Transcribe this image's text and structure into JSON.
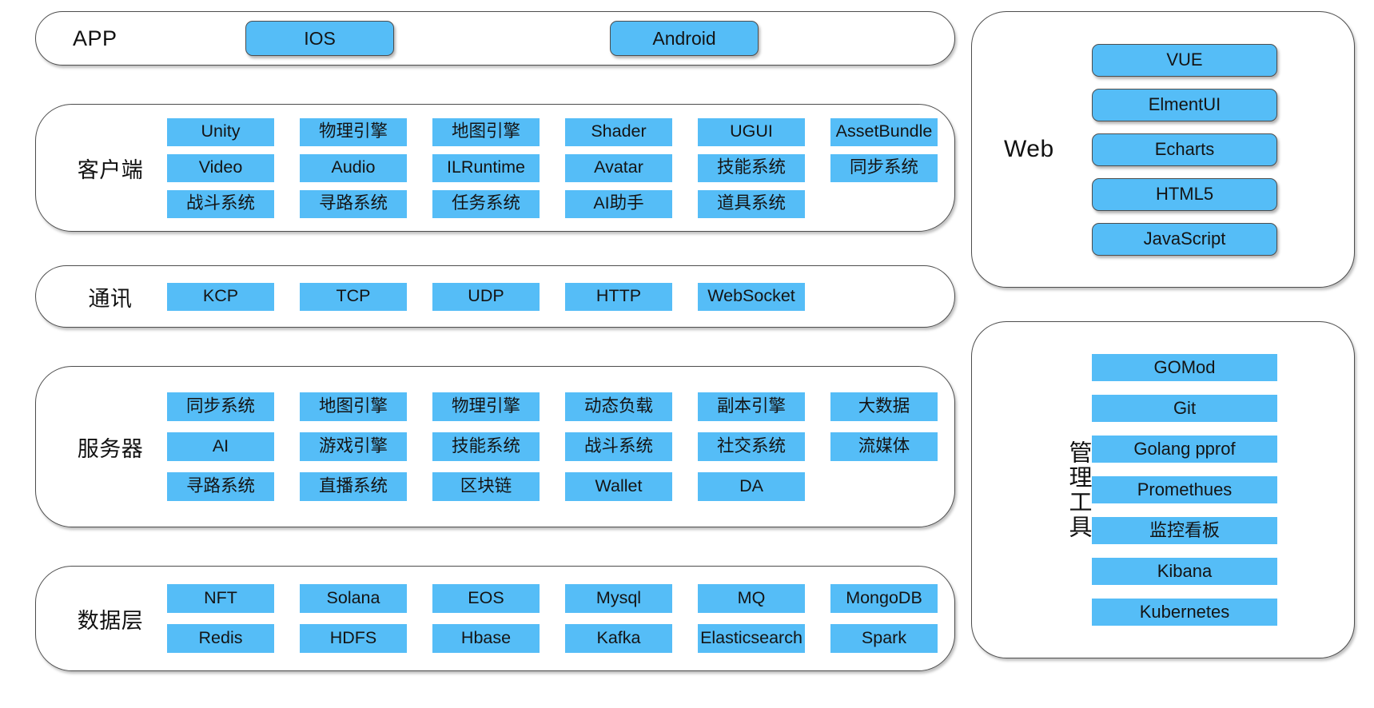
{
  "theme": {
    "chip_blue": "#55bdf7",
    "border_gray": "#4d4d4d",
    "text_black": "#141414",
    "background": "#ffffff"
  },
  "app": {
    "label": "APP",
    "items": [
      "IOS",
      "Android"
    ]
  },
  "client": {
    "label": "客户端",
    "rows": [
      [
        "Unity",
        "物理引擎",
        "地图引擎",
        "Shader",
        "UGUI",
        "AssetBundle"
      ],
      [
        "Video",
        "Audio",
        "ILRuntime",
        "Avatar",
        "技能系统",
        "同步系统"
      ],
      [
        "战斗系统",
        "寻路系统",
        "任务系统",
        "AI助手",
        "道具系统"
      ]
    ]
  },
  "comm": {
    "label": "通讯",
    "rows": [
      [
        "KCP",
        "TCP",
        "UDP",
        "HTTP",
        "WebSocket"
      ]
    ]
  },
  "server": {
    "label": "服务器",
    "rows": [
      [
        "同步系统",
        "地图引擎",
        "物理引擎",
        "动态负载",
        "副本引擎",
        "大数据"
      ],
      [
        "AI",
        "游戏引擎",
        "技能系统",
        "战斗系统",
        "社交系统",
        "流媒体"
      ],
      [
        "寻路系统",
        "直播系统",
        "区块链",
        "Wallet",
        "DA"
      ]
    ]
  },
  "data": {
    "label": "数据层",
    "rows": [
      [
        "NFT",
        "Solana",
        "EOS",
        "Mysql",
        "MQ",
        "MongoDB"
      ],
      [
        "Redis",
        "HDFS",
        "Hbase",
        "Kafka",
        "Elasticsearch",
        "Spark"
      ]
    ]
  },
  "web": {
    "label": "Web",
    "items": [
      "VUE",
      "ElmentUI",
      "Echarts",
      "HTML5",
      "JavaScript"
    ]
  },
  "mgmt": {
    "label": "管理工具",
    "items": [
      "GOMod",
      "Git",
      "Golang  pprof",
      "Promethues",
      "监控看板",
      "Kibana",
      "Kubernetes"
    ]
  }
}
